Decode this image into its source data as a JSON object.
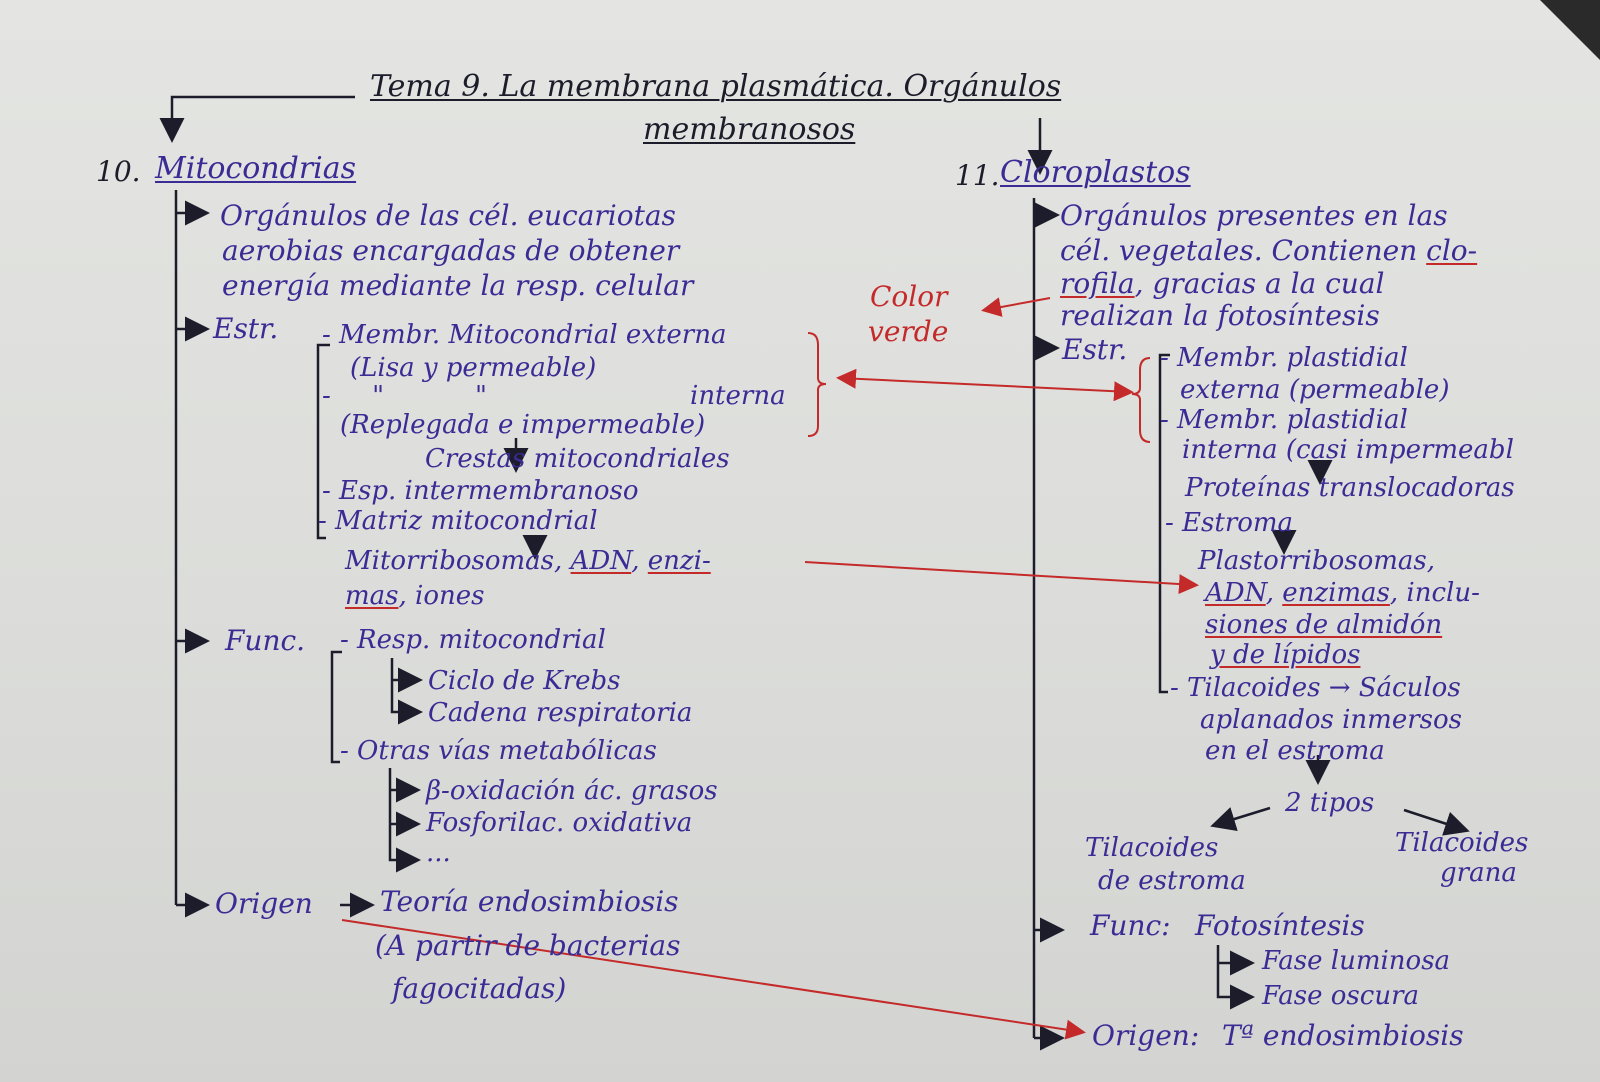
{
  "title": {
    "line1": "Tema 9. La membrana plasmática. Orgánulos",
    "line2": "membranosos"
  },
  "mito": {
    "heading_num": "10.",
    "heading": "Mitocondrias",
    "def_lines": [
      "Orgánulos de las cél. eucariotas",
      "aerobias encargadas de obtener",
      "energía mediante la resp. celular"
    ],
    "estr_label": "Estr.",
    "estr_items": [
      "- Membr. Mitocondrial externa",
      "(Lisa y permeable)",
      "interna",
      "(Replegada e impermeable)",
      "Crestas mitocondriales",
      "- Esp. intermembranoso",
      "- Matriz mitocondrial",
      "Mitorribosomas,",
      "ADN",
      "enzi-",
      "mas",
      ", iones"
    ],
    "func_label": "Func.",
    "func_items": [
      "- Resp. mitocondrial",
      "Ciclo de Krebs",
      "Cadena respiratoria",
      "- Otras vías metabólicas",
      "β-oxidación ác. grasos",
      "Fosforilac. oxidativa",
      "..."
    ],
    "origen_label": "Origen",
    "origen_lines": [
      "Teoría endosimbiosis",
      "(A partir de bacterias",
      "fagocitadas)"
    ]
  },
  "cloro": {
    "heading_num": "11.",
    "heading": "Cloroplastos",
    "def_lines": [
      "Orgánulos presentes en las",
      "cél. vegetales. Contienen",
      "clo-",
      "rofila",
      ", gracias a la cual",
      "realizan la fotosíntesis"
    ],
    "color_note": [
      "Color",
      "verde"
    ],
    "estr_label": "Estr.",
    "estr_items": [
      "- Membr. plastidial",
      "externa (permeable)",
      "- Membr. plastidial",
      "interna (casi impermeabl",
      "Proteínas translocadoras",
      "- Estroma",
      "Plastorribosomas,",
      "ADN",
      "enzimas",
      ", inclu-",
      "siones de almidón",
      "y de lípidos",
      "- Tilacoides → Sáculos",
      "aplanados inmersos",
      "en el estroma",
      "2 tipos",
      "Tilacoides",
      "de estroma",
      "Tilacoides",
      "grana"
    ],
    "func_label": "Func:",
    "func_value": "Fotosíntesis",
    "func_items": [
      "Fase luminosa",
      "Fase oscura"
    ],
    "origen_label": "Origen:",
    "origen_value": "Tª endosimbiosis"
  },
  "colors": {
    "ink_blue": "#3b2b95",
    "ink_dark": "#1c1c2a",
    "ink_red": "#c42a2a",
    "paper": "#e0e1de"
  }
}
